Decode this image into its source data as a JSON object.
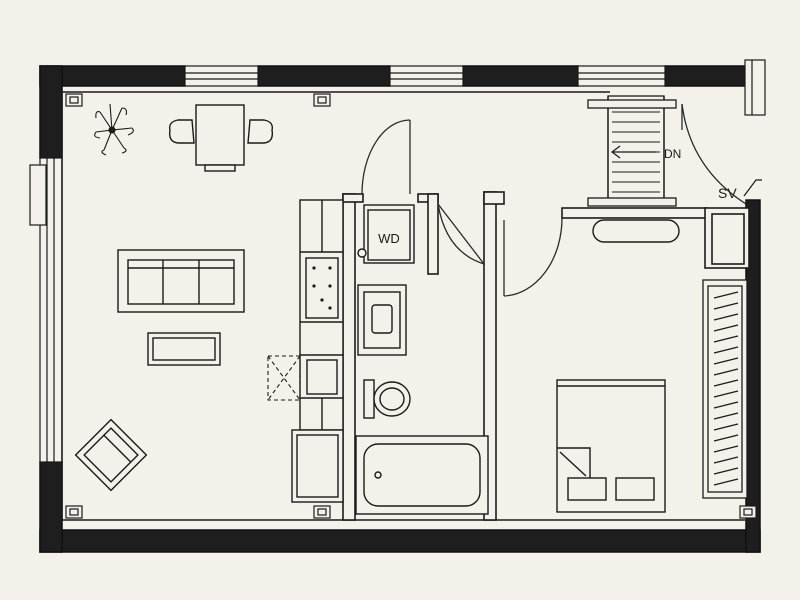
{
  "labels": {
    "washer_dryer": "WD",
    "stairs_down": "DN",
    "shaft": "SV"
  },
  "colors": {
    "paper": "#f4f1ea",
    "ink": "#1b1b1b",
    "wall_fill": "#1e1e1e",
    "door_swing": "#2a2a2a"
  }
}
